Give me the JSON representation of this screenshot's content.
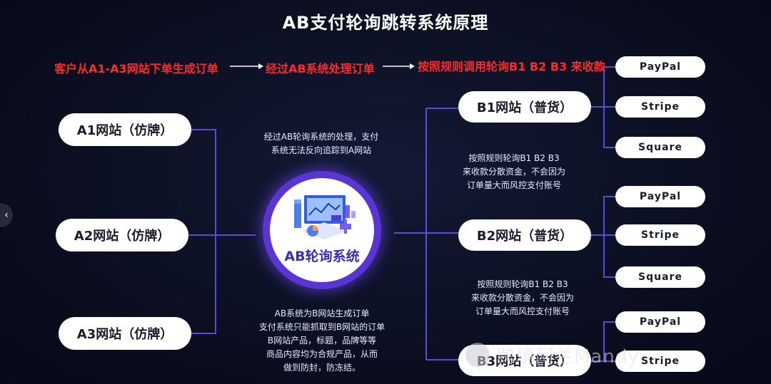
{
  "title": "AB支付轮询跳转系统原理",
  "flow": {
    "step1": "客户从A1-A3网站下单生成订单",
    "step2": "经过AB系统处理订单",
    "step3": "按照规则调用轮询B1 B2 B3 来收款"
  },
  "a_sites": [
    "A1网站（仿牌）",
    "A2网站（仿牌）",
    "A3网站（仿牌）"
  ],
  "b_sites": [
    "B1网站（普货）",
    "B2网站（普货）",
    "B3网站（普货）"
  ],
  "payments": {
    "b1": [
      "PayPal",
      "Stripe",
      "Square"
    ],
    "b2": [
      "PayPal",
      "Stripe",
      "Square"
    ],
    "b3": [
      "PayPal",
      "Stripe"
    ]
  },
  "hub": {
    "label": "AB轮询系统"
  },
  "notes": {
    "top_center": [
      "经过AB轮询系统的处理，支付",
      "系统无法反向追踪到A网站"
    ],
    "bottom_center": [
      "AB系统为B网站生成订单",
      "支付系统只能抓取到B网站的订单",
      "B网站产品，标题，品牌等等",
      "商品内容均为合规产品，从而",
      "做到防封，防冻结。"
    ],
    "right_1": [
      "按照规则轮询B1 B2 B3",
      "来收款分散资金，不会因为",
      "订单量大而风控支付账号"
    ],
    "right_2": [
      "按照规则轮询B1 B2 B3",
      "来收款分散资金，不会因为",
      "订单量大而风控支付账号"
    ]
  },
  "watermark": "跨境阿兰Mandy",
  "icons": {
    "prev": "chevron-left-icon",
    "watermark": "wechat-official-account-icon"
  },
  "colors": {
    "background": "#0b0e1f",
    "accent_red": "#ff2a2a",
    "connector": "#5b4bd6",
    "hub_ring": "#5a35d6"
  }
}
